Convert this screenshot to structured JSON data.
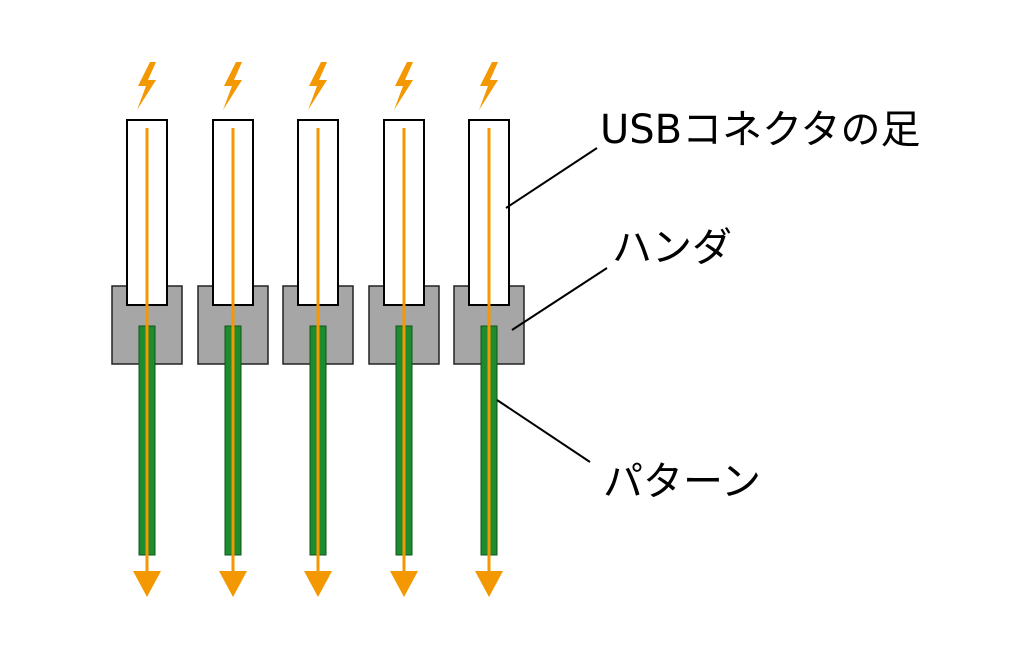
{
  "labels": {
    "pin": "USBコネクタの足",
    "solder": "ハンダ",
    "pattern": "パターン"
  },
  "pin_count": 5,
  "icons": {
    "top": "lightning-bolt-icon",
    "bottom": "arrow-down-icon"
  },
  "colors": {
    "pin_fill": "#ffffff",
    "pin_stroke": "#000000",
    "solder_fill": "#a6a6a6",
    "solder_stroke": "#222222",
    "pattern_fill": "#1e8c2e",
    "pattern_stroke": "#0d5518",
    "current": "#f39800",
    "leader": "#000000"
  }
}
